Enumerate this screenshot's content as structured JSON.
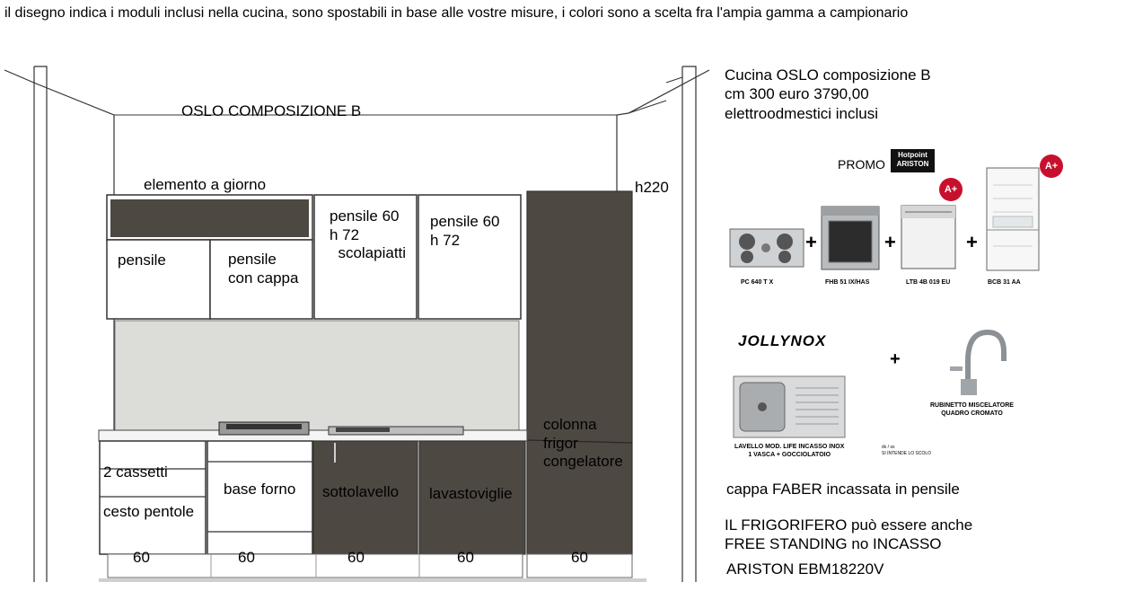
{
  "header": {
    "caption": "il disegno indica i moduli inclusi nella cucina, sono spostabili in base alle vostre misure, i colori sono a scelta fra l'ampia gamma a campionario"
  },
  "drawing": {
    "title": "OSLO    COMPOSIZIONE    B",
    "height_label": "h220",
    "upper": {
      "open_shelf": "elemento a giorno",
      "wall_unit": "pensile",
      "hood_unit": "pensile\ncon cappa",
      "drainer_unit": "pensile 60\nh 72\n  scolapiatti",
      "wall_unit_60": "pensile 60\nh 72"
    },
    "column": "colonna\nfrigor\ncongelatore",
    "base": {
      "drawers": "2 cassetti",
      "pot_basket": "cesto pentole",
      "oven_base": "base forno",
      "sink_base": "sottolavello",
      "dishwasher": "lavastoviglie"
    },
    "widths": [
      "60",
      "60",
      "60",
      "60",
      "60"
    ],
    "colors": {
      "dark_module": "#4e4842",
      "backsplash": "#dcdcd8"
    }
  },
  "info": {
    "line1": "Cucina OSLO composizione B",
    "line2": "cm 300  euro 3790,00",
    "line3": "elettroodmestici inclusi"
  },
  "promo": {
    "label": "PROMO",
    "brand_top": "Hotpoint",
    "brand_bottom": "ARISTON",
    "energy_badge": "A+",
    "products": [
      "PC 640 T X",
      "FHB 51 IX/HAS",
      "LTB 4B 019 EU",
      "BCB 31 AA"
    ],
    "plus": "+"
  },
  "sink_promo": {
    "brand": "JOLLYNOX",
    "sink_caption": "LAVELLO MOD. LIFE INCASSO INOX\n1 VASCA + GOCCIOLATOIO",
    "note": "dx / sx\nSI INTENDE LO SCOLO",
    "tap_caption": "RUBINETTO MISCELATORE\nQUADRO CROMATO"
  },
  "notes": {
    "hood": "cappa FABER incassata in pensile",
    "fridge": "IL FRIGORIFERO può essere anche\nFREE STANDING no INCASSO",
    "fridge_model": "ARISTON EBM18220V"
  }
}
